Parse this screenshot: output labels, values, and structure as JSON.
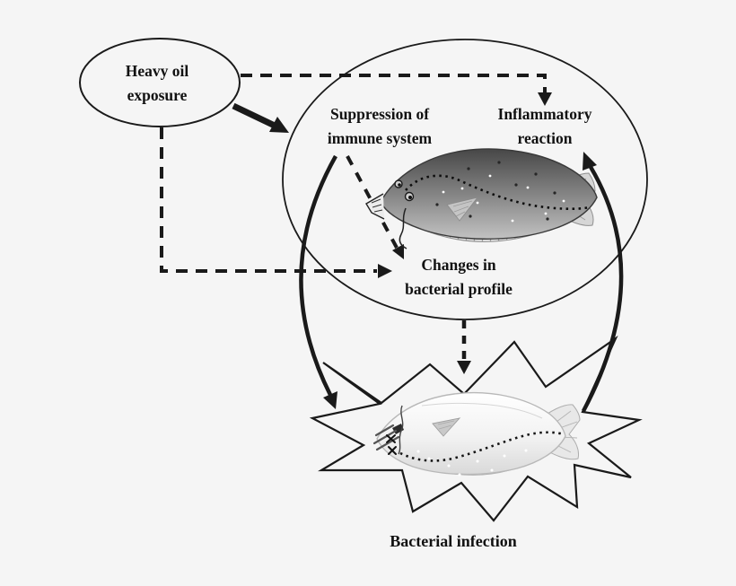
{
  "figure": {
    "type": "scientific-pathway-diagram",
    "colors": {
      "background": "#f5f5f5",
      "line": "#1a1a1a",
      "text": "#111111",
      "healthy_fish_dark": "#474747",
      "healthy_fish_light": "#c2c2c2",
      "dead_fish_body": "#f6f6f6",
      "fin_gray": "#e2e2e2"
    },
    "nodes": {
      "heavy_oil": {
        "shape": "ellipse",
        "line1": "Heavy oil",
        "line2": "exposure"
      },
      "suppression": {
        "shape": "text",
        "line1": "Suppression of",
        "line2": "immune system"
      },
      "inflammatory": {
        "shape": "text",
        "line1": "Inflammatory",
        "line2": "reaction"
      },
      "changes": {
        "shape": "text",
        "line1": "Changes in",
        "line2": "bacterial profile"
      },
      "infection": {
        "shape": "starburst",
        "label": "Bacterial infection"
      }
    },
    "illustrations": {
      "host_fish": "healthy flounder inside large ellipse",
      "infected_fish": "pale dead flounder with x eyes inside starburst"
    },
    "edges": [
      {
        "from": "heavy_oil",
        "to": "inflammatory",
        "style": "dashed-arrow"
      },
      {
        "from": "heavy_oil",
        "to": "host-ellipse",
        "style": "thick-solid-arrow"
      },
      {
        "from": "heavy_oil",
        "to": "changes",
        "style": "dashed-arrow"
      },
      {
        "from": "suppression",
        "to": "changes",
        "style": "dashed-arrow"
      },
      {
        "from": "suppression",
        "to": "infection",
        "style": "solid-curved-arrow"
      },
      {
        "from": "changes",
        "to": "infection",
        "style": "dashed-arrow"
      },
      {
        "from": "infection",
        "to": "inflammatory",
        "style": "solid-curved-arrow"
      }
    ]
  }
}
